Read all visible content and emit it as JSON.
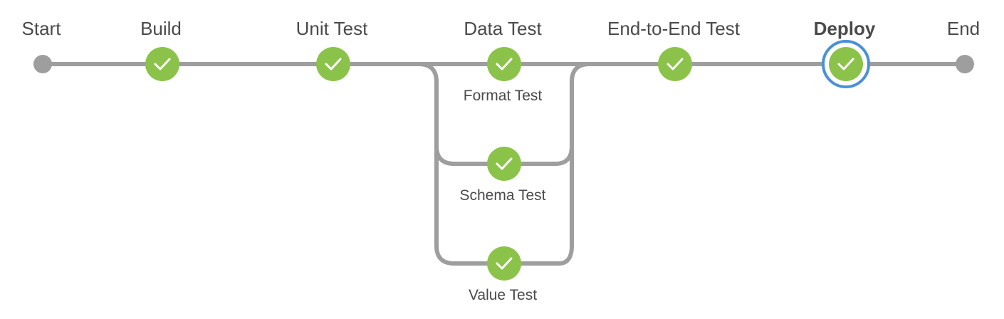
{
  "pipeline": {
    "stages": [
      {
        "id": "start",
        "label": "Start",
        "kind": "terminal"
      },
      {
        "id": "build",
        "label": "Build",
        "kind": "stage",
        "status": "success"
      },
      {
        "id": "unit-test",
        "label": "Unit Test",
        "kind": "stage",
        "status": "success"
      },
      {
        "id": "data-test",
        "label": "Data Test",
        "kind": "parallel",
        "status": "success",
        "branches": [
          {
            "id": "format-test",
            "label": "Format Test",
            "status": "success"
          },
          {
            "id": "schema-test",
            "label": "Schema Test",
            "status": "success"
          },
          {
            "id": "value-test",
            "label": "Value Test",
            "status": "success"
          }
        ]
      },
      {
        "id": "end-to-end-test",
        "label": "End-to-End Test",
        "kind": "stage",
        "status": "success"
      },
      {
        "id": "deploy",
        "label": "Deploy",
        "kind": "stage",
        "status": "success",
        "current": true
      },
      {
        "id": "end",
        "label": "End",
        "kind": "terminal"
      }
    ]
  },
  "colors": {
    "line": "#9e9e9e",
    "terminal": "#9e9e9e",
    "success": "#8bc34a",
    "check": "#ffffff",
    "current_ring": "#4a90d9",
    "label": "#4a4a4a"
  },
  "icons": {
    "success": "checkmark-icon",
    "terminal": "terminal-dot-icon"
  }
}
